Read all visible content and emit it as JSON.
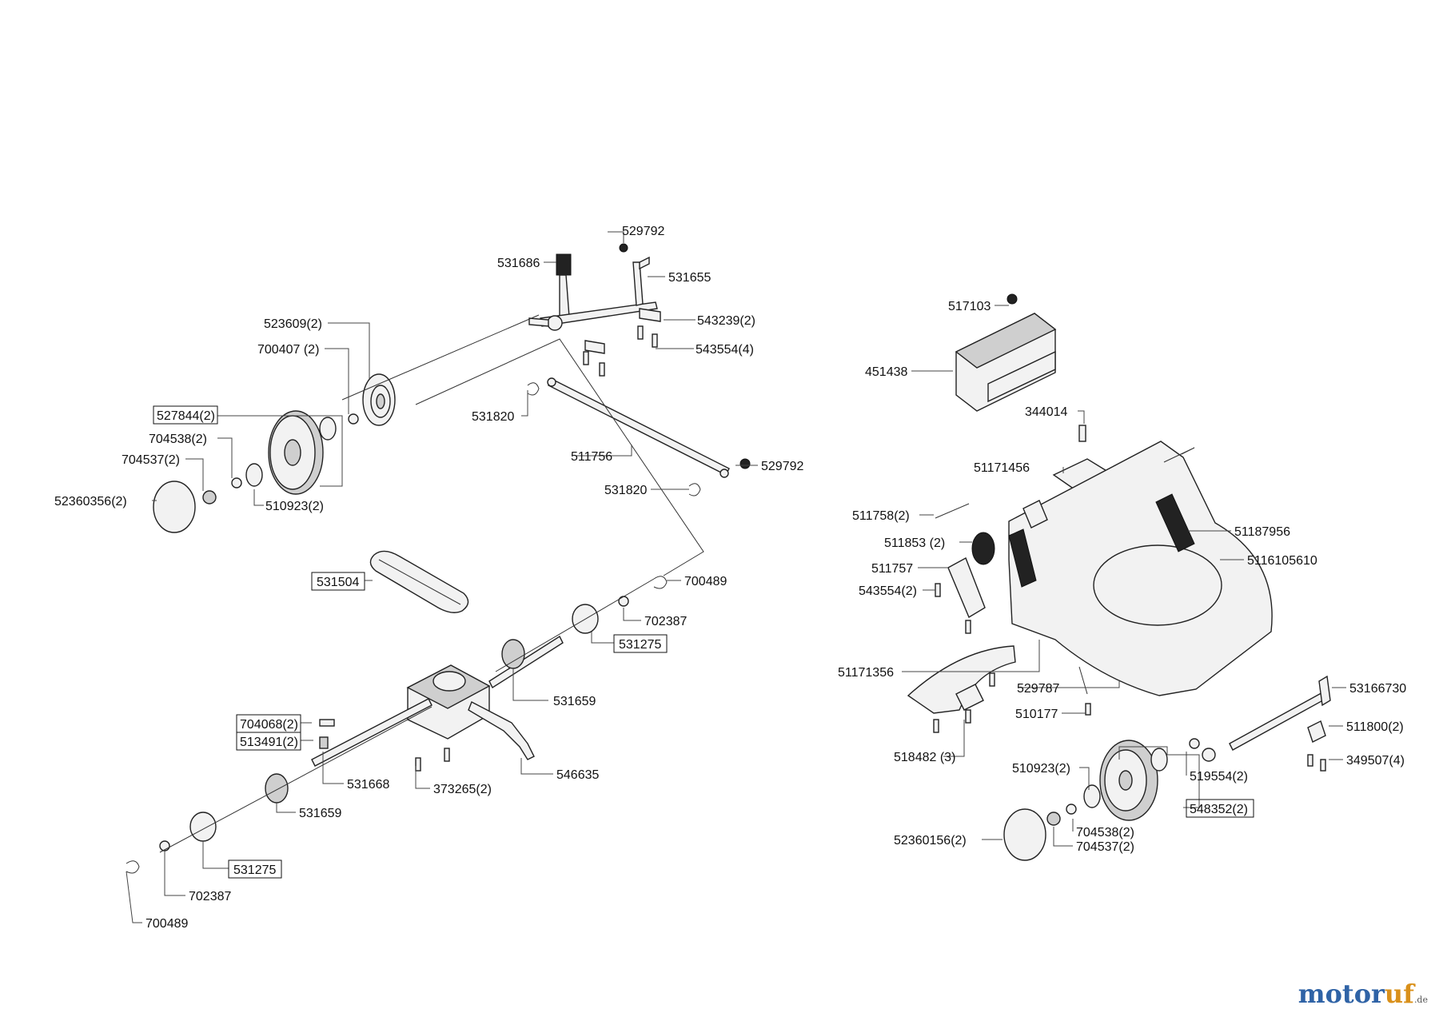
{
  "brand": {
    "main": "motor",
    "accent": "uf",
    "suffix": ".de"
  },
  "colors": {
    "line": "#222222",
    "brand_blue": "#2f63a6",
    "brand_orange": "#d9901a"
  },
  "labels": {
    "l529792a": "529792",
    "l531686": "531686",
    "l531655": "531655",
    "l523609": "523609(2)",
    "l543239": "543239(2)",
    "l700407": "700407 (2)",
    "l543554a": "543554(4)",
    "l527844": "527844(2)",
    "l704538a": "704538(2)",
    "l704537a": "704537(2)",
    "l531820a": "531820",
    "l511756": "511756",
    "l529792b": "529792",
    "l52360356": "52360356(2)",
    "l510923a": "510923(2)",
    "l531820b": "531820",
    "l531504": "531504",
    "l700489a": "700489",
    "l702387a": "702387",
    "l531275a": "531275",
    "l531659a": "531659",
    "l704068": "704068(2)",
    "l513491": "513491(2)",
    "l546635": "546635",
    "l531668": "531668",
    "l373265": "373265(2)",
    "l531659b": "531659",
    "l531275b": "531275",
    "l702387b": "702387",
    "l700489b": "700489",
    "l517103": "517103",
    "l451438": "451438",
    "l344014": "344014",
    "l51171456": "51171456",
    "l511758": "511758(2)",
    "l51187956": "51187956",
    "l511853": "511853 (2)",
    "l5116105610": "5116105610",
    "l511757": "511757",
    "l543554b": "543554(2)",
    "l51171356": "51171356",
    "l529787": "529787",
    "l53166730": "53166730",
    "l510177": "510177",
    "l511800": "511800(2)",
    "l518482": "518482 (3)",
    "l349507": "349507(4)",
    "l510923b": "510923(2)",
    "l519554": "519554(2)",
    "l548352": "548352(2)",
    "l704538b": "704538(2)",
    "l52360156": "52360156(2)",
    "l704537b": "704537(2)"
  }
}
